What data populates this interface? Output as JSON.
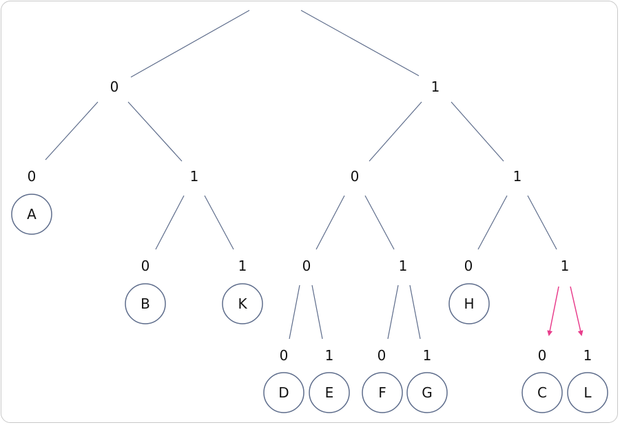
{
  "tree": {
    "bits": {
      "L0": "0",
      "R0": "1",
      "L0L": "0",
      "L0R": "1",
      "R0L": "0",
      "R0R": "1",
      "L0R_L": "0",
      "L0R_R": "1",
      "R0L_L": "0",
      "R0L_R": "1",
      "R0R_L": "0",
      "R0R_R": "1",
      "R0L_L_L": "0",
      "R0L_L_R": "1",
      "R0L_R_L": "0",
      "R0L_R_R": "1",
      "R0R_R_L": "0",
      "R0R_R_R": "1"
    },
    "leaves": {
      "A": "A",
      "B": "B",
      "K": "K",
      "D": "D",
      "E": "E",
      "F": "F",
      "G": "G",
      "H": "H",
      "C": "C",
      "L": "L"
    },
    "colors": {
      "edge": "#5c6b8a",
      "highlight": "#e83e8c",
      "border": "#c8c8c8"
    }
  }
}
